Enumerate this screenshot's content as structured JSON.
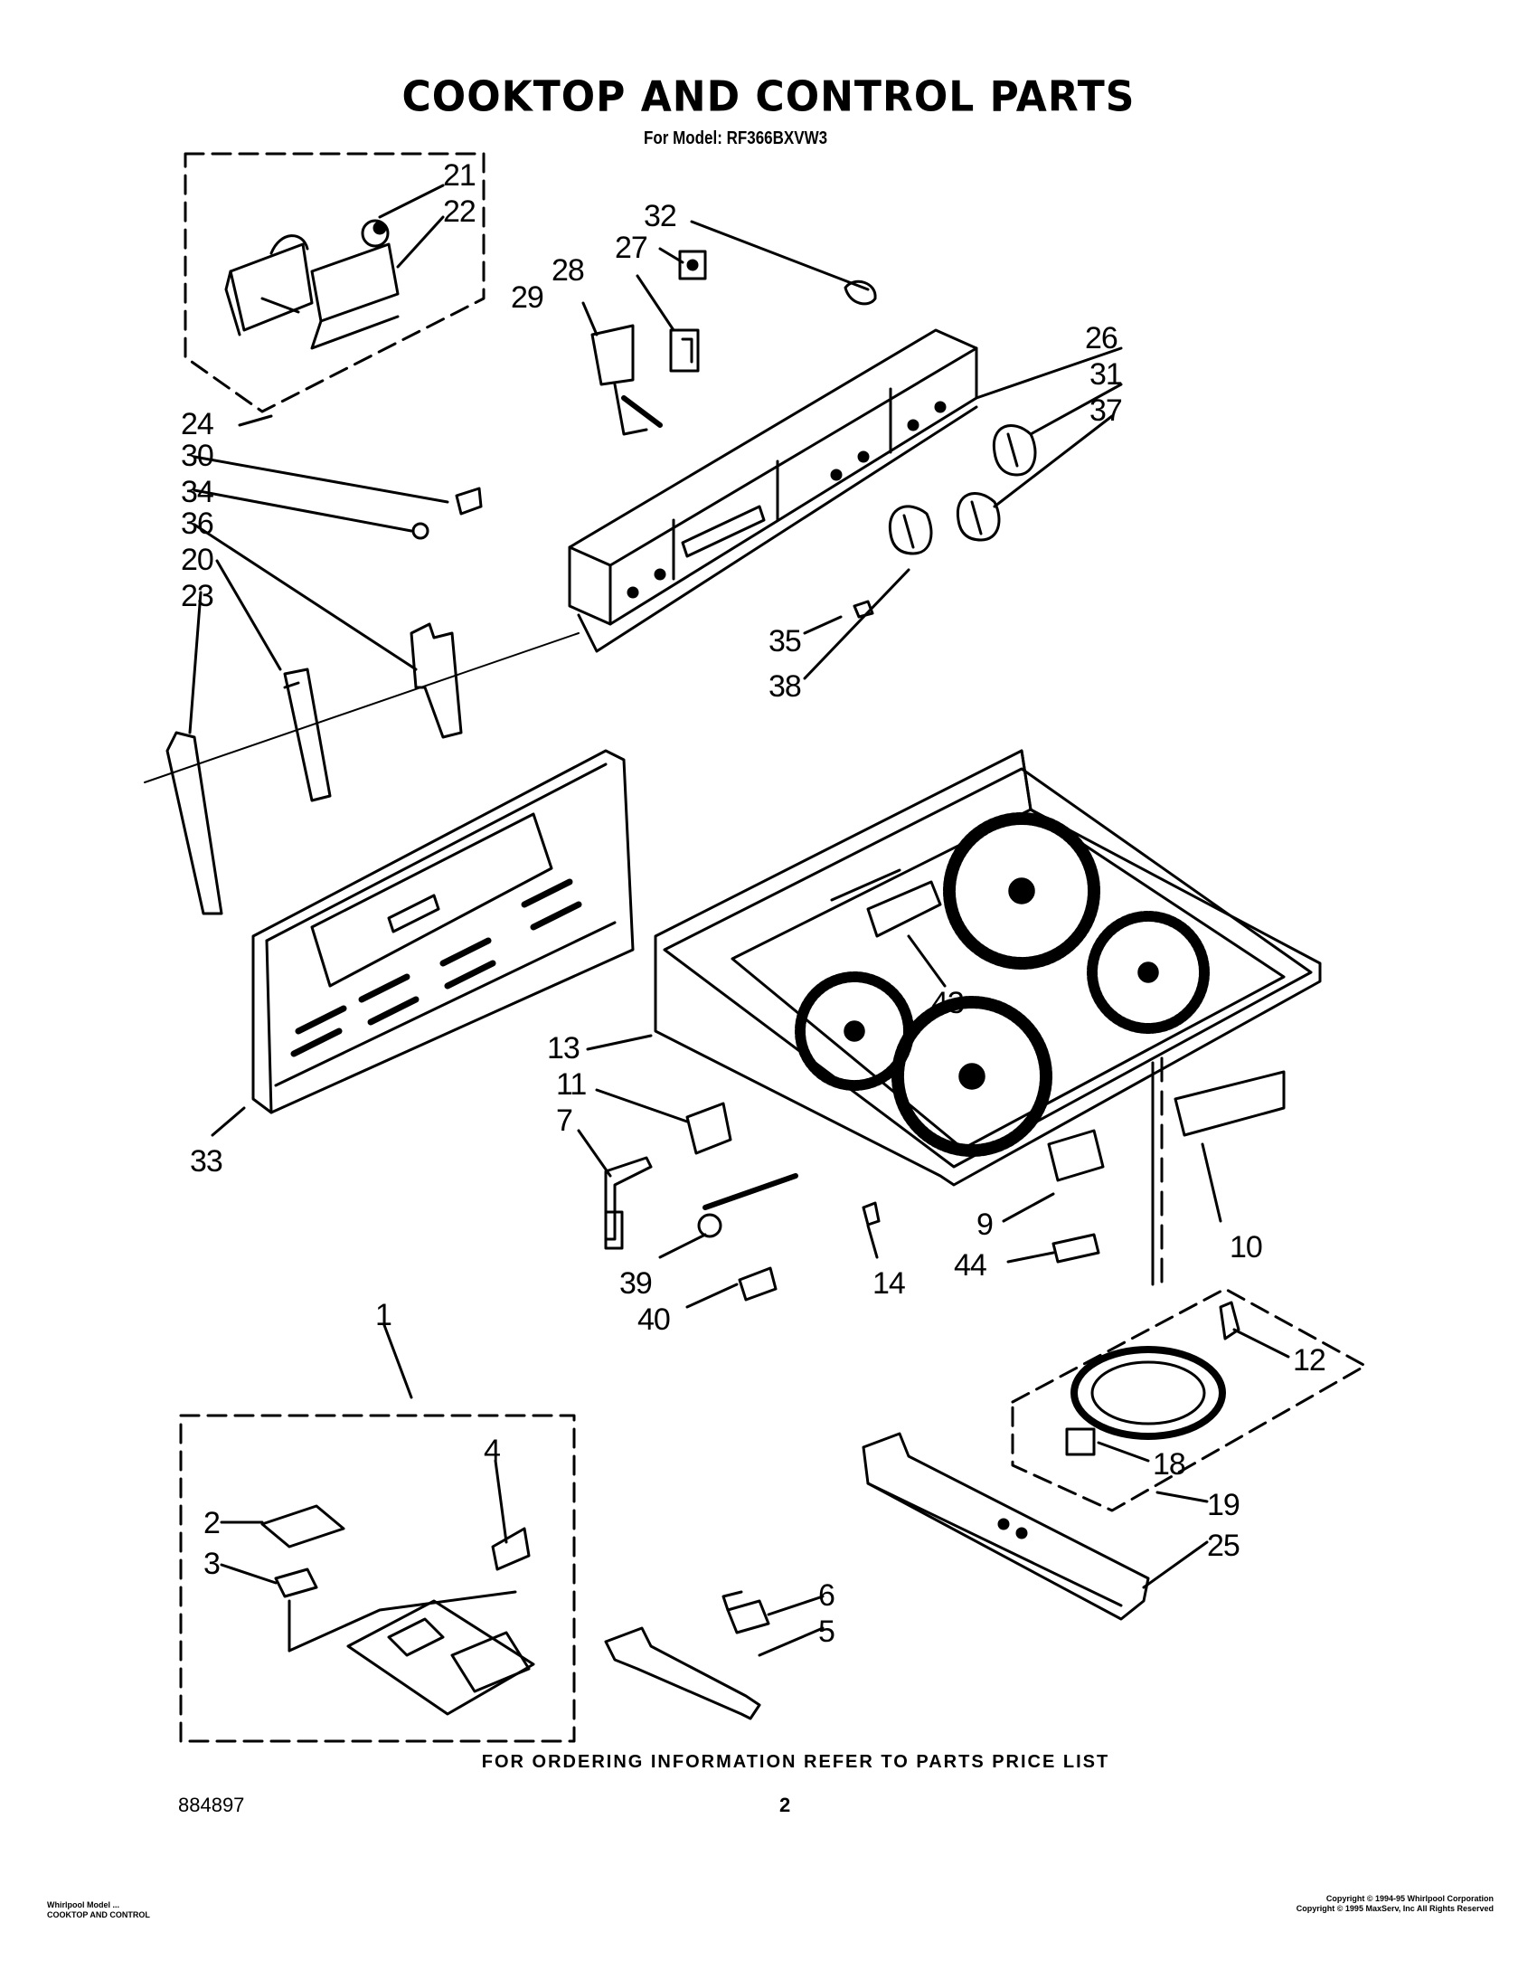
{
  "header": {
    "title": "COOKTOP AND CONTROL PARTS",
    "model_line": "For Model: RF366BXVW3"
  },
  "callouts": [
    "1",
    "2",
    "3",
    "4",
    "5",
    "6",
    "7",
    "9",
    "10",
    "11",
    "12",
    "13",
    "14",
    "18",
    "19",
    "20",
    "21",
    "22",
    "23",
    "24",
    "25",
    "26",
    "27",
    "28",
    "29",
    "30",
    "31",
    "32",
    "33",
    "34",
    "35",
    "36",
    "37",
    "38",
    "39",
    "40",
    "43",
    "44"
  ],
  "footer": {
    "ordering_note": "FOR ORDERING INFORMATION REFER TO PARTS PRICE LIST",
    "doc_number": "884897",
    "page_number": "2",
    "left_line1": "Whirlpool Model ...",
    "left_line2": "COOKTOP AND CONTROL",
    "right_line1": "Copyright © 1994-95 Whirlpool Corporation",
    "right_line2": "Copyright © 1995 MaxServ, Inc   All Rights Reserved"
  }
}
